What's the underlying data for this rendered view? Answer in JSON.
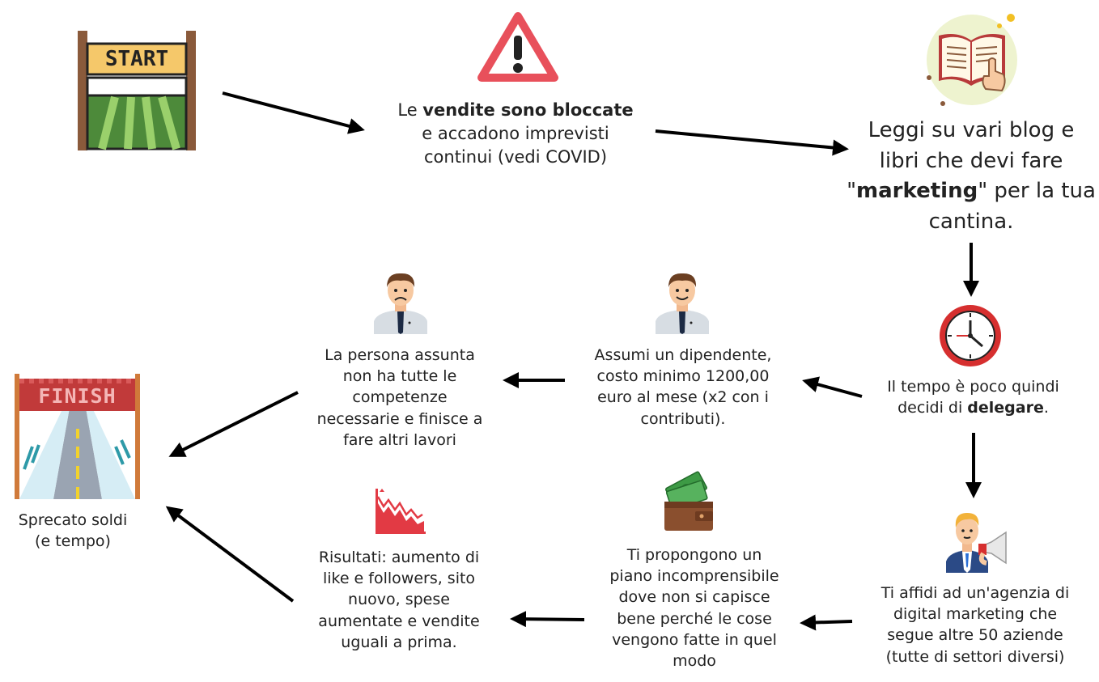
{
  "start": {
    "sign": "START"
  },
  "finish": {
    "sign": "FINISH",
    "label": "Sprecato soldi\n(e tempo)"
  },
  "node_warning": {
    "pre": "Le ",
    "bold": "vendite sono bloccate",
    "post": "\ne accadono imprevisti\ncontinui (vedi COVID)"
  },
  "node_blog": {
    "pre": "Leggi su vari blog e\nlibri che devi fare\n\"",
    "bold": "marketing",
    "post": "\" per la tua\ncantina."
  },
  "node_time": {
    "pre": "Il tempo è poco quindi\ndecidi di ",
    "bold": "delegare",
    "post": "."
  },
  "node_hire": {
    "text": "Assumi un dipendente,\ncosto minimo 1200,00\neuro al mese (x2 con i\ncontributi)."
  },
  "node_person": {
    "text": "La persona assunta\nnon ha tutte le\ncompetenze\nnecessarie e finisce a\nfare altri lavori"
  },
  "node_agency": {
    "text": "Ti affidi ad un'agenzia di\ndigital marketing che\nsegue altre 50 aziende\n(tutte di settori diversi)"
  },
  "node_plan": {
    "text": "Ti propongono un\npiano incomprensibile\ndove non si capisce\nbene perché le cose\nvengono fatte in quel\nmodo"
  },
  "node_results": {
    "text": "Risultati: aumento di\nlike e followers, sito\nnuovo, spese\naumentate e vendite\nuguali a prima."
  },
  "colors": {
    "arrow": "#000000",
    "warning": "#e8505b",
    "clock": "#d62f2f",
    "cash": "#3d9a45",
    "chart": "#e23a44"
  }
}
